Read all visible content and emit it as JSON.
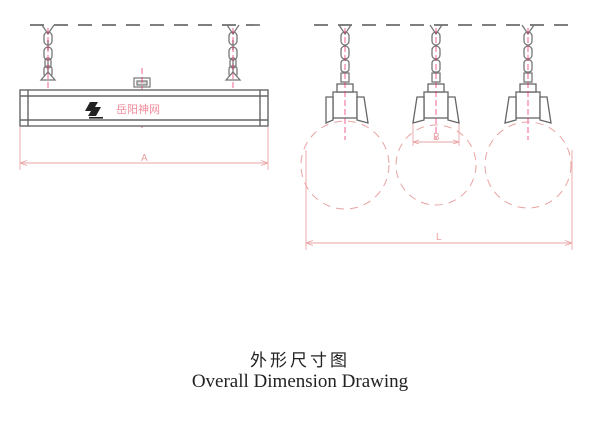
{
  "drawing": {
    "dim_a_label": "A",
    "dim_b_label": "B",
    "dim_l_label": "L",
    "watermark_text": "岳阳神网",
    "logo_mark": "brand-logo",
    "line_color": "#8a8a8a",
    "dimension_color": "#e9a3a3",
    "watermark_color": "#f08c9a"
  },
  "caption": {
    "chinese": "外形尺寸图",
    "english": "Overall Dimension Drawing"
  }
}
